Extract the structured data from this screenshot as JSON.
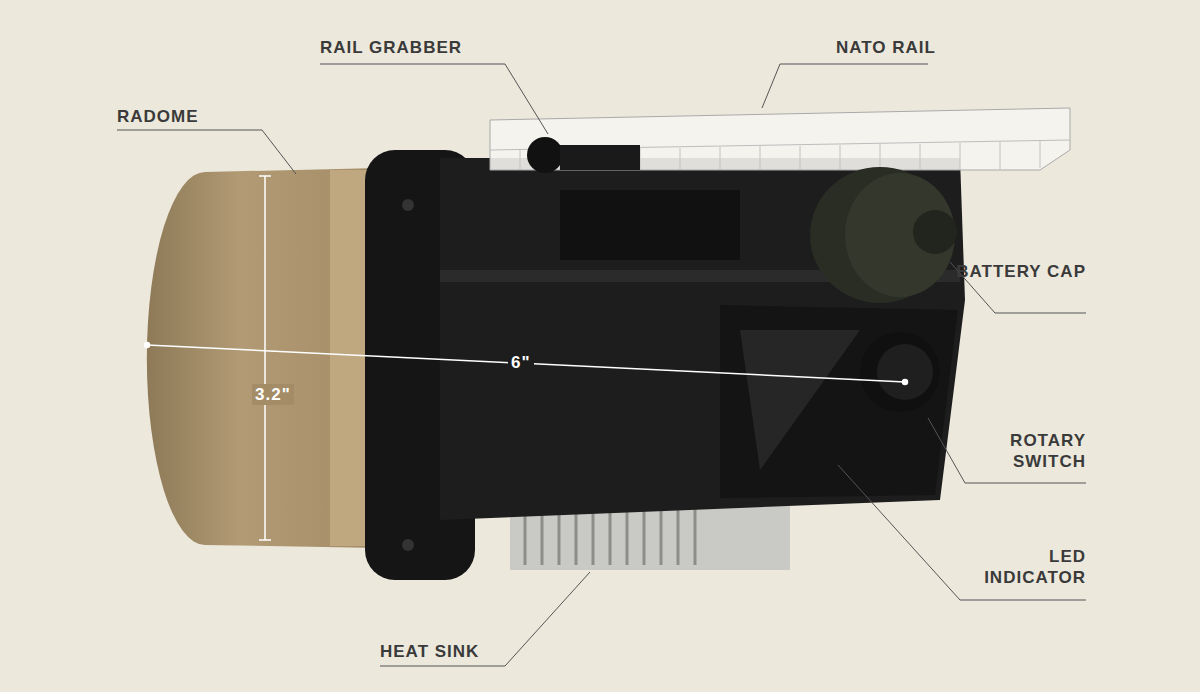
{
  "diagram": {
    "labels": [
      "RAIL GRABBER",
      "NATO RAIL",
      "RADOME",
      "BATTERY CAP",
      "3.2\"",
      "6\"",
      "ROTARY SWITCH",
      "LED INDICATOR",
      "HEAT SINK"
    ]
  }
}
